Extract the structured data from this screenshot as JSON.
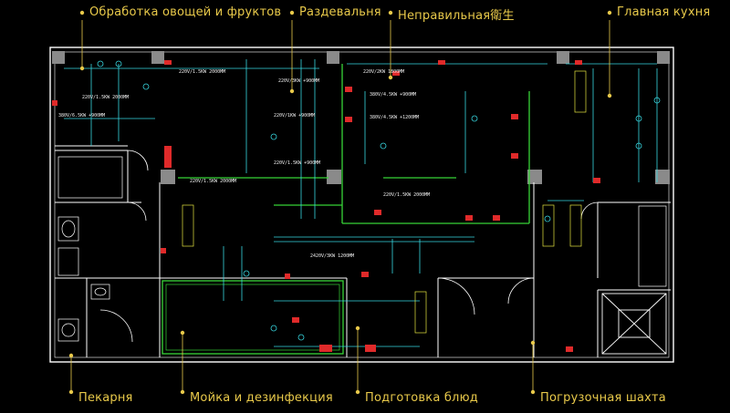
{
  "labels": {
    "veg_fruit": "Обработка овощей и фруктов",
    "changing_room": "Раздевальня",
    "wrong_text": "Неправильная衛生",
    "main_kitchen": "Главная кухня",
    "bakery": "Пекарня",
    "wash_disinfect": "Мойка и дезинфекция",
    "food_prep": "Подготовка блюд",
    "loading_shaft": "Погрузочная шахта"
  },
  "cad_notes": {
    "n1": "220V/1.5KW 2000MM",
    "n2": "220V/3KW +900MM",
    "n3": "380V/4.5KW +900MM",
    "n4": "380V/4.5KW +1200MM",
    "n5": "220V/2KW 1800MM",
    "n6": "220V/1KW +900MM",
    "n7": "2420V/3KW 1200MM",
    "n8": "220V/1.5KW 2000MM",
    "n9": "380V/6.5KW +900MM",
    "n10": "220V/1.5KW 2000MM",
    "n11": "220V/1.5KW +900MM",
    "n12": "220V/1.5KW 2000MM"
  },
  "colors": {
    "label": "#e8c94a",
    "wall": "#ffffff",
    "column": "#8a8a8a",
    "pipe_green": "#37d437",
    "pipe_cyan": "#37d7e0",
    "device_red": "#e02a2a",
    "equipment_yellow": "#e6e640"
  }
}
